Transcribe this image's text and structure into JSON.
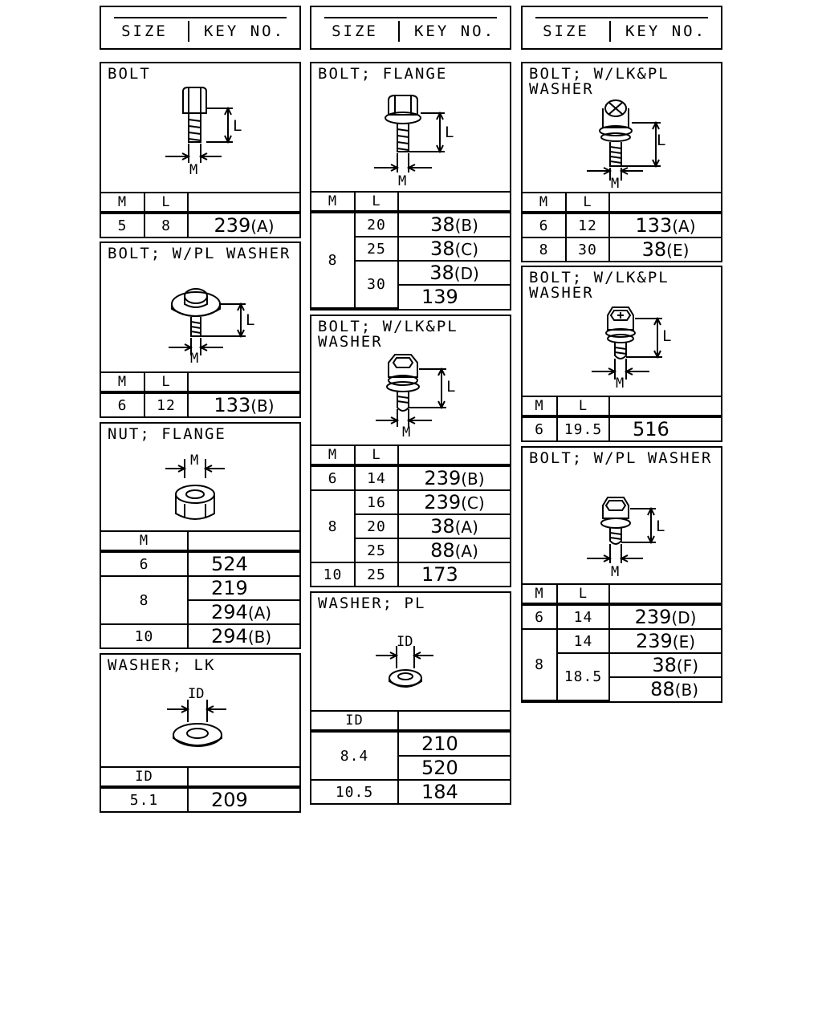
{
  "header": {
    "size": "SIZE",
    "key_no": "KEY NO."
  },
  "col_m": "M",
  "col_l": "L",
  "col_id": "ID",
  "dim_l": "L",
  "dim_m": "M",
  "dim_id": "ID",
  "bolt": {
    "title": "BOLT",
    "rows": [
      {
        "m": "5",
        "l": "8",
        "key": "239",
        "sfx": "(A)"
      }
    ]
  },
  "bolt_pl": {
    "title": "BOLT; W/PL WASHER",
    "rows": [
      {
        "m": "6",
        "l": "12",
        "key": "133",
        "sfx": "(B)"
      }
    ]
  },
  "nut_flange": {
    "title": "NUT; FLANGE",
    "rows": [
      {
        "m": "6",
        "key": "524",
        "sfx": ""
      },
      {
        "m": "8",
        "key": "219",
        "sfx": ""
      },
      {
        "key": "294",
        "sfx": "(A)"
      },
      {
        "m": "10",
        "key": "294",
        "sfx": "(B)"
      }
    ]
  },
  "washer_lk": {
    "title": "WASHER; LK",
    "rows": [
      {
        "id": "5.1",
        "key": "209",
        "sfx": ""
      }
    ]
  },
  "bolt_flange": {
    "title": "BOLT; FLANGE",
    "m": "8",
    "rows": [
      {
        "l": "20",
        "key": "38",
        "sfx": "(B)"
      },
      {
        "l": "25",
        "key": "38",
        "sfx": "(C)"
      },
      {
        "l": "30",
        "key": "38",
        "sfx": "(D)"
      },
      {
        "key": "139",
        "sfx": ""
      }
    ]
  },
  "bolt_lkpl_mid": {
    "title1": "BOLT; W/LK&PL",
    "title2": "WASHER",
    "rows": [
      {
        "m": "6",
        "l": "14",
        "key": "239",
        "sfx": "(B)"
      },
      {
        "m": "8",
        "l": "16",
        "key": "239",
        "sfx": "(C)"
      },
      {
        "l": "20",
        "key": "38",
        "sfx": "(A)"
      },
      {
        "l": "25",
        "key": "88",
        "sfx": "(A)"
      },
      {
        "m": "10",
        "l": "25",
        "key": "173",
        "sfx": ""
      }
    ]
  },
  "washer_pl": {
    "title": "WASHER; PL",
    "rows": [
      {
        "id": "8.4",
        "key": "210",
        "sfx": ""
      },
      {
        "key": "520",
        "sfx": ""
      },
      {
        "id": "10.5",
        "key": "184",
        "sfx": ""
      }
    ]
  },
  "bolt_lkpl_r1": {
    "title1": "BOLT; W/LK&PL",
    "title2": "WASHER",
    "rows": [
      {
        "m": "6",
        "l": "12",
        "key": "133",
        "sfx": "(A)"
      },
      {
        "m": "8",
        "l": "30",
        "key": "38",
        "sfx": "(E)"
      }
    ]
  },
  "bolt_lkpl_r2": {
    "title1": "BOLT; W/LK&PL",
    "title2": "WASHER",
    "rows": [
      {
        "m": "6",
        "l": "19.5",
        "key": "516",
        "sfx": ""
      }
    ]
  },
  "bolt_pl_r": {
    "title": "BOLT; W/PL WASHER",
    "rows": [
      {
        "m": "6",
        "l": "14",
        "key": "239",
        "sfx": "(D)"
      },
      {
        "m": "8",
        "l": "14",
        "key": "239",
        "sfx": "(E)"
      },
      {
        "l": "18.5",
        "key": "38",
        "sfx": "(F)"
      },
      {
        "key": "88",
        "sfx": "(B)"
      }
    ]
  }
}
